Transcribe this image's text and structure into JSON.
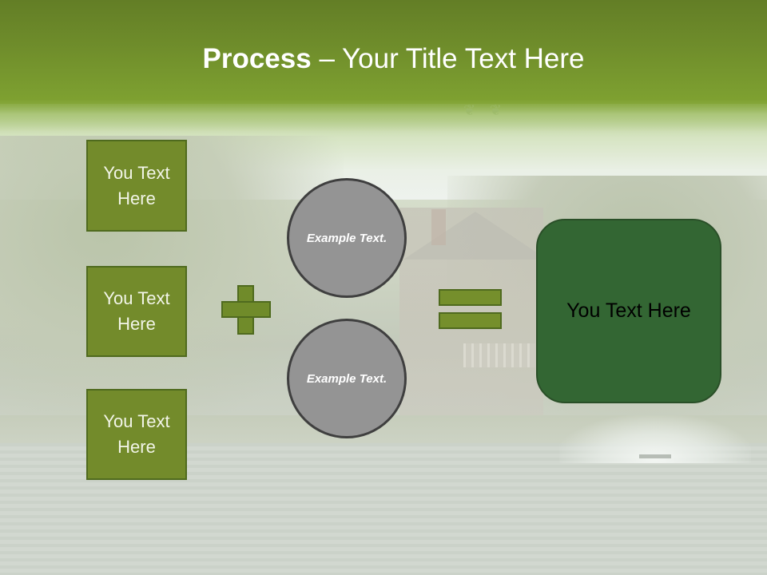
{
  "slide": {
    "title": {
      "bold": "Process",
      "rest": " – Your Title Text Here"
    },
    "left_boxes": [
      {
        "label": "You Text Here"
      },
      {
        "label": "You Text Here"
      },
      {
        "label": "You Text Here"
      }
    ],
    "operators": {
      "plus": "plus-icon",
      "equals": "equals-icon"
    },
    "circles": [
      {
        "label": "Example Text."
      },
      {
        "label": "Example Text."
      }
    ],
    "result_box": {
      "label": "You Text Here"
    },
    "colors": {
      "header_green": "#6f8d2b",
      "box_green": "#738b2b",
      "box_border": "#4f6a1e",
      "circle_gray": "#949494",
      "circle_border": "#3f3f3f",
      "result_green": "#336633"
    }
  }
}
